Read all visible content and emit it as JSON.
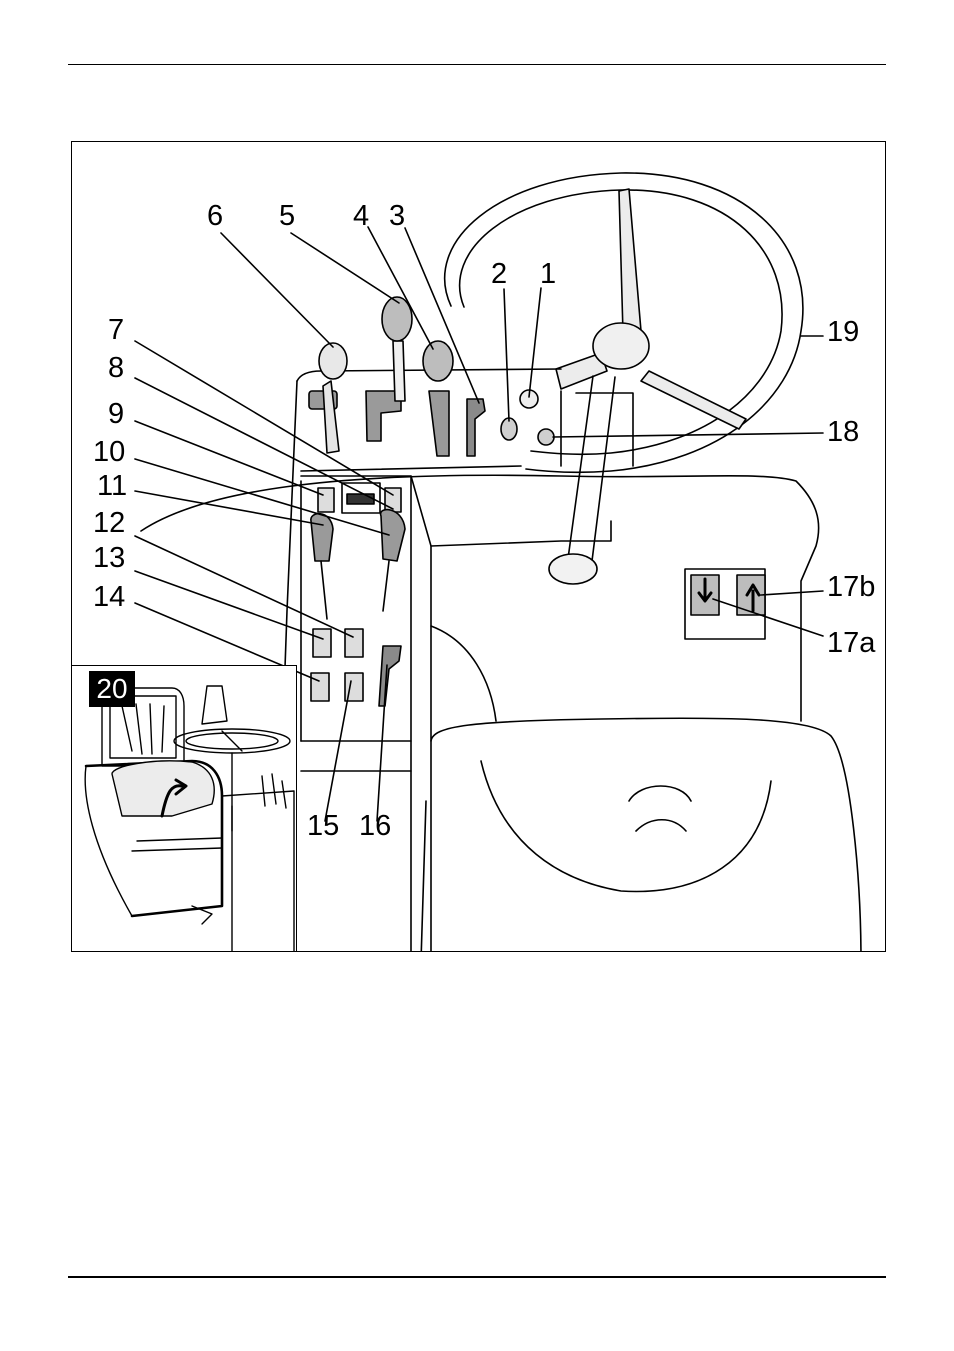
{
  "figure": {
    "callouts": [
      {
        "id": "c1",
        "text": "1"
      },
      {
        "id": "c2",
        "text": "2"
      },
      {
        "id": "c3",
        "text": "3"
      },
      {
        "id": "c4",
        "text": "4"
      },
      {
        "id": "c5",
        "text": "5"
      },
      {
        "id": "c6",
        "text": "6"
      },
      {
        "id": "c7",
        "text": "7"
      },
      {
        "id": "c8",
        "text": "8"
      },
      {
        "id": "c9",
        "text": "9"
      },
      {
        "id": "c10",
        "text": "10"
      },
      {
        "id": "c11",
        "text": "11"
      },
      {
        "id": "c12",
        "text": "12"
      },
      {
        "id": "c13",
        "text": "13"
      },
      {
        "id": "c14",
        "text": "14"
      },
      {
        "id": "c15",
        "text": "15"
      },
      {
        "id": "c16",
        "text": "16"
      },
      {
        "id": "c17a",
        "text": "17a"
      },
      {
        "id": "c17b",
        "text": "17b"
      },
      {
        "id": "c18",
        "text": "18"
      },
      {
        "id": "c19",
        "text": "19"
      }
    ],
    "inset_label": "20"
  }
}
